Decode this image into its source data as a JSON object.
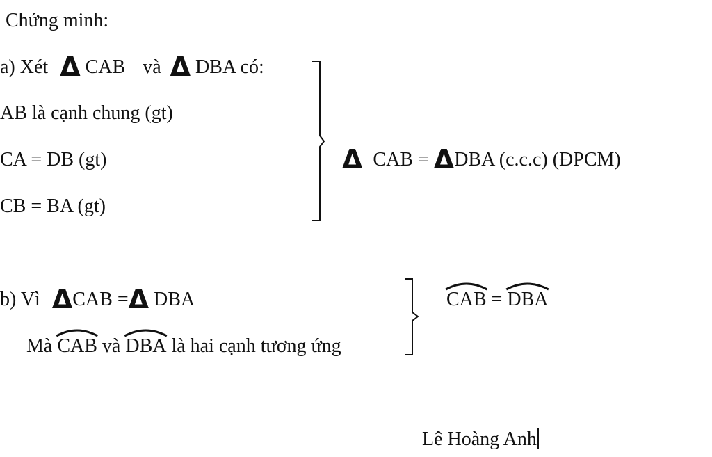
{
  "header": {
    "title": "Chứng minh:"
  },
  "part_a": {
    "label": "a) Xét",
    "tri1": "CAB",
    "and": "và",
    "tri2": "DBA",
    "co": "có:",
    "line2": "AB là cạnh chung (gt)",
    "line3": "CA = DB (gt)",
    "line4": "CB = BA (gt)",
    "conclusion": {
      "tri1": "CAB",
      "eq": "=",
      "tri2": "DBA",
      "suffix": "(c.c.c) (ĐPCM)"
    }
  },
  "part_b": {
    "label": "b) Vì",
    "tri1": "CAB",
    "eq": "=",
    "tri2": "DBA",
    "line2_prefix": "Mà",
    "angle1": "CAB",
    "and": "và",
    "angle2": "DBA",
    "line2_suffix": "là hai cạnh tương ứng",
    "conclusion": {
      "angle1": "CAB",
      "eq": "=",
      "angle2": "DBA"
    }
  },
  "signature": {
    "name": "Lê Hoàng Anh"
  },
  "symbols": {
    "triangle": "Δ"
  },
  "colors": {
    "text": "#111111",
    "background": "#ffffff",
    "rule": "#8a8a8a"
  }
}
